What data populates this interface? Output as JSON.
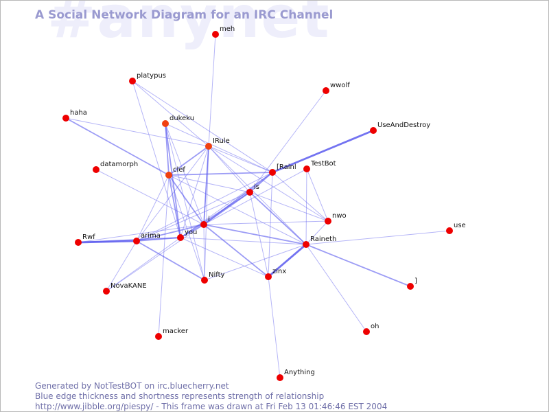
{
  "watermark": "#anynet",
  "title": "A Social Network Diagram for an IRC Channel",
  "footer": {
    "line1": "Generated by NotTestBOT on irc.bluecherry.net",
    "line2": "Blue edge thickness and shortness represents strength of relationship",
    "line3": "http://www.jibble.org/piespy/ - This frame was drawn at Fri Feb 13 01:46:46 EST 2004"
  },
  "colors": {
    "edge": "#5a5aee",
    "node": "#ee0000",
    "node_alt": "#f04010",
    "label": "#111111",
    "watermark": "#eeeefb",
    "title": "#9a9ad0",
    "footer": "#6f6fa8"
  },
  "graph": {
    "nodes": [
      {
        "id": "meh",
        "label": "meh"
      },
      {
        "id": "platypus",
        "label": "platypus"
      },
      {
        "id": "wwolf",
        "label": "wwolf"
      },
      {
        "id": "haha",
        "label": "haha"
      },
      {
        "id": "dukeku",
        "label": "dukeku"
      },
      {
        "id": "UseAndDestroy",
        "label": "UseAndDestroy"
      },
      {
        "id": "IRule",
        "label": "IRule"
      },
      {
        "id": "datamorph",
        "label": "datamorph"
      },
      {
        "id": "clef",
        "label": "clef"
      },
      {
        "id": "Rainl",
        "label": "[Rainl"
      },
      {
        "id": "TestBot",
        "label": "TestBot"
      },
      {
        "id": "is",
        "label": "is"
      },
      {
        "id": "nwo",
        "label": "nwo"
      },
      {
        "id": "i",
        "label": "i"
      },
      {
        "id": "use",
        "label": "use"
      },
      {
        "id": "Rwf",
        "label": "Rwf"
      },
      {
        "id": "arima",
        "label": "arima"
      },
      {
        "id": "you",
        "label": "you"
      },
      {
        "id": "Raineth",
        "label": "Raineth"
      },
      {
        "id": "zinx",
        "label": "zinx"
      },
      {
        "id": "bracket",
        "label": "]"
      },
      {
        "id": "Nifty",
        "label": "Nifty"
      },
      {
        "id": "NovaKANE",
        "label": "NovaKANE"
      },
      {
        "id": "oh",
        "label": "oh"
      },
      {
        "id": "macker",
        "label": "macker"
      },
      {
        "id": "Anything",
        "label": "Anything"
      }
    ],
    "edges": [
      {
        "from": "meh",
        "to": "i",
        "weight": 1
      },
      {
        "from": "platypus",
        "to": "IRule",
        "weight": 1
      },
      {
        "from": "platypus",
        "to": "Rainl",
        "weight": 1
      },
      {
        "from": "platypus",
        "to": "you",
        "weight": 1
      },
      {
        "from": "wwolf",
        "to": "is",
        "weight": 1
      },
      {
        "from": "haha",
        "to": "IRule",
        "weight": 1
      },
      {
        "from": "haha",
        "to": "clef",
        "weight": 2
      },
      {
        "from": "dukeku",
        "to": "clef",
        "weight": 2
      },
      {
        "from": "dukeku",
        "to": "you",
        "weight": 2
      },
      {
        "from": "dukeku",
        "to": "Rainl",
        "weight": 1
      },
      {
        "from": "dukeku",
        "to": "i",
        "weight": 1
      },
      {
        "from": "dukeku",
        "to": "Nifty",
        "weight": 1
      },
      {
        "from": "UseAndDestroy",
        "to": "Rainl",
        "weight": 3
      },
      {
        "from": "IRule",
        "to": "clef",
        "weight": 2
      },
      {
        "from": "IRule",
        "to": "i",
        "weight": 2
      },
      {
        "from": "IRule",
        "to": "arima",
        "weight": 1
      },
      {
        "from": "IRule",
        "to": "you",
        "weight": 1
      },
      {
        "from": "IRule",
        "to": "Rainl",
        "weight": 1
      },
      {
        "from": "IRule",
        "to": "is",
        "weight": 1
      },
      {
        "from": "IRule",
        "to": "Raineth",
        "weight": 1
      },
      {
        "from": "IRule",
        "to": "Nifty",
        "weight": 1
      },
      {
        "from": "IRule",
        "to": "nwo",
        "weight": 1
      },
      {
        "from": "datamorph",
        "to": "i",
        "weight": 1
      },
      {
        "from": "clef",
        "to": "Rainl",
        "weight": 2
      },
      {
        "from": "clef",
        "to": "is",
        "weight": 1
      },
      {
        "from": "clef",
        "to": "i",
        "weight": 2
      },
      {
        "from": "clef",
        "to": "you",
        "weight": 2
      },
      {
        "from": "clef",
        "to": "arima",
        "weight": 1
      },
      {
        "from": "clef",
        "to": "Raineth",
        "weight": 1
      },
      {
        "from": "clef",
        "to": "Nifty",
        "weight": 1
      },
      {
        "from": "clef",
        "to": "macker",
        "weight": 1
      },
      {
        "from": "Rainl",
        "to": "is",
        "weight": 2
      },
      {
        "from": "Rainl",
        "to": "i",
        "weight": 2
      },
      {
        "from": "Rainl",
        "to": "zinx",
        "weight": 1
      },
      {
        "from": "Rainl",
        "to": "nwo",
        "weight": 1
      },
      {
        "from": "Rainl",
        "to": "you",
        "weight": 1
      },
      {
        "from": "Rainl",
        "to": "arima",
        "weight": 1
      },
      {
        "from": "TestBot",
        "to": "Raineth",
        "weight": 1
      },
      {
        "from": "TestBot",
        "to": "nwo",
        "weight": 1
      },
      {
        "from": "TestBot",
        "to": "i",
        "weight": 1
      },
      {
        "from": "is",
        "to": "i",
        "weight": 2
      },
      {
        "from": "is",
        "to": "you",
        "weight": 2
      },
      {
        "from": "is",
        "to": "Raineth",
        "weight": 2
      },
      {
        "from": "is",
        "to": "zinx",
        "weight": 1
      },
      {
        "from": "is",
        "to": "arima",
        "weight": 1
      },
      {
        "from": "is",
        "to": "nwo",
        "weight": 1
      },
      {
        "from": "i",
        "to": "you",
        "weight": 2
      },
      {
        "from": "i",
        "to": "arima",
        "weight": 2
      },
      {
        "from": "i",
        "to": "Raineth",
        "weight": 2
      },
      {
        "from": "i",
        "to": "zinx",
        "weight": 2
      },
      {
        "from": "i",
        "to": "nwo",
        "weight": 1
      },
      {
        "from": "i",
        "to": "Nifty",
        "weight": 1
      },
      {
        "from": "i",
        "to": "NovaKANE",
        "weight": 1
      },
      {
        "from": "i",
        "to": "Rwf",
        "weight": 1
      },
      {
        "from": "use",
        "to": "Raineth",
        "weight": 1
      },
      {
        "from": "Rwf",
        "to": "arima",
        "weight": 3
      },
      {
        "from": "Rwf",
        "to": "you",
        "weight": 2
      },
      {
        "from": "arima",
        "to": "you",
        "weight": 2
      },
      {
        "from": "arima",
        "to": "NovaKANE",
        "weight": 1
      },
      {
        "from": "arima",
        "to": "Nifty",
        "weight": 2
      },
      {
        "from": "you",
        "to": "NovaKANE",
        "weight": 1
      },
      {
        "from": "you",
        "to": "Raineth",
        "weight": 1
      },
      {
        "from": "you",
        "to": "zinx",
        "weight": 1
      },
      {
        "from": "Raineth",
        "to": "zinx",
        "weight": 3
      },
      {
        "from": "Raineth",
        "to": "bracket",
        "weight": 2
      },
      {
        "from": "Raineth",
        "to": "Nifty",
        "weight": 1
      },
      {
        "from": "Raineth",
        "to": "oh",
        "weight": 1
      },
      {
        "from": "Raineth",
        "to": "nwo",
        "weight": 1
      },
      {
        "from": "zinx",
        "to": "Anything",
        "weight": 1
      }
    ]
  }
}
